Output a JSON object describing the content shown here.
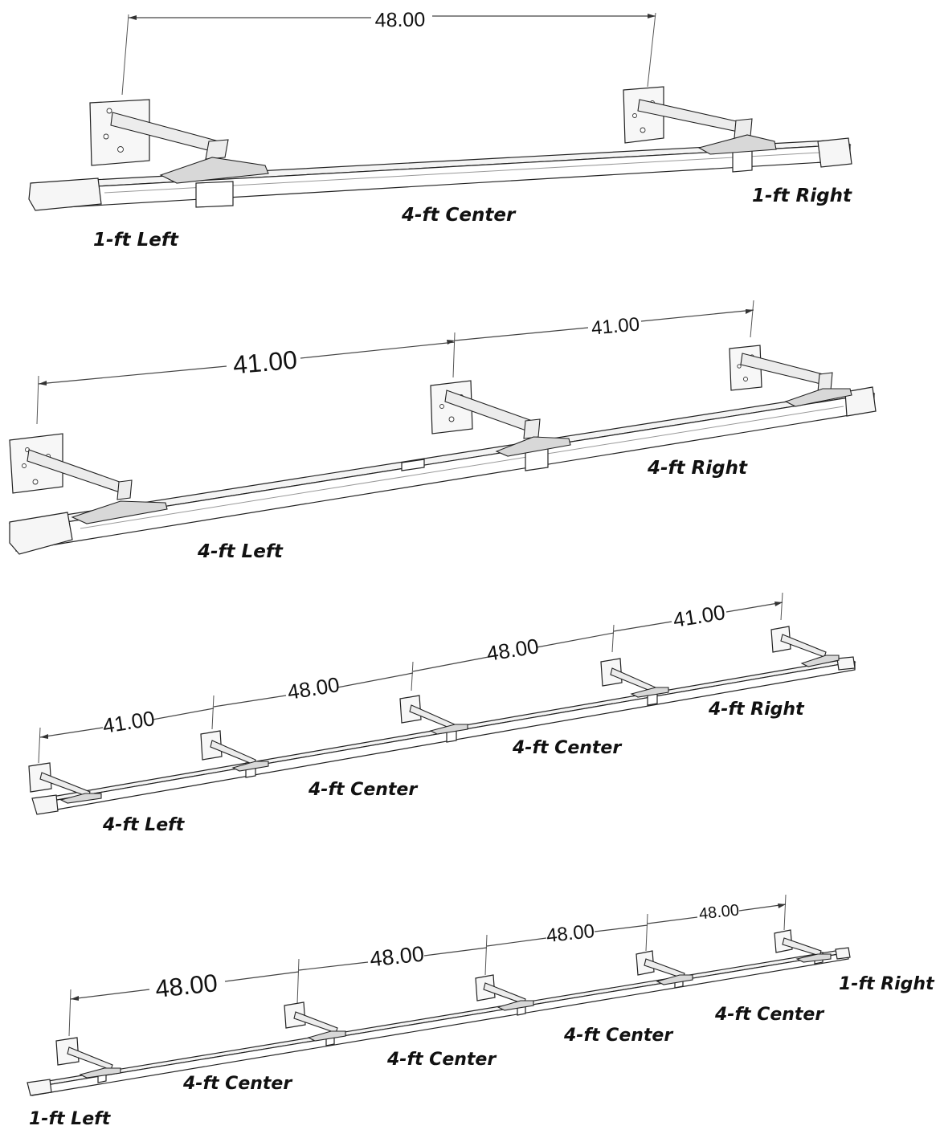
{
  "assemblies": [
    {
      "dimensions": [
        "48.00"
      ],
      "labels": [
        "1-ft Left",
        "4-ft Center",
        "1-ft Right"
      ]
    },
    {
      "dimensions": [
        "41.00",
        "41.00"
      ],
      "labels": [
        "4-ft Left",
        "4-ft Right"
      ]
    },
    {
      "dimensions": [
        "41.00",
        "48.00",
        "48.00",
        "41.00"
      ],
      "labels": [
        "4-ft Left",
        "4-ft Center",
        "4-ft Center",
        "4-ft Right"
      ]
    },
    {
      "dimensions": [
        "48.00",
        "48.00",
        "48.00",
        "48.00"
      ],
      "labels": [
        "1-ft Left",
        "4-ft Center",
        "4-ft Center",
        "4-ft Center",
        "4-ft Center",
        "1-ft Right"
      ]
    }
  ]
}
